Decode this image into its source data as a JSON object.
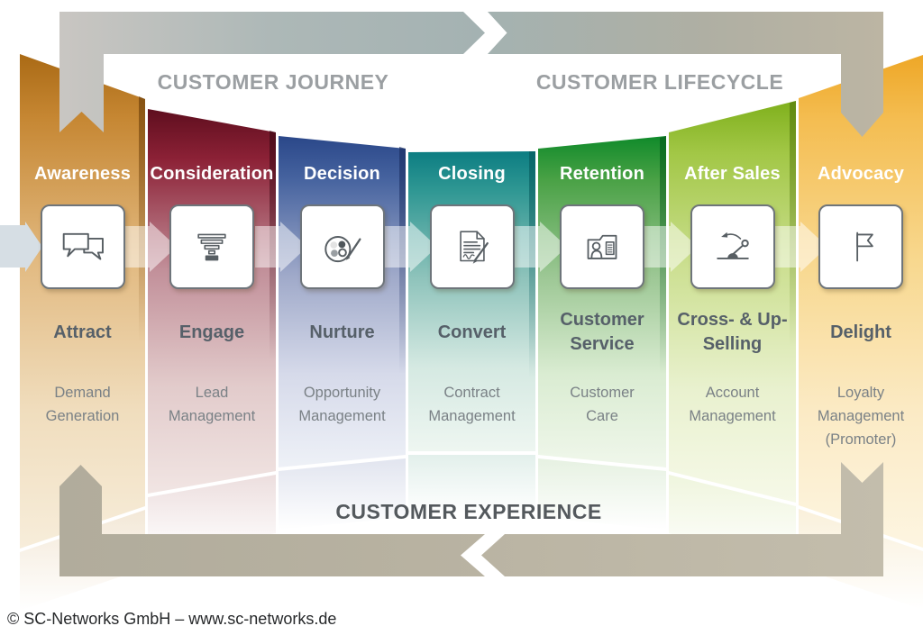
{
  "header": {
    "journey_title": "CUSTOMER JOURNEY",
    "lifecycle_title": "CUSTOMER LIFECYCLE"
  },
  "experience_title": "CUSTOMER EXPERIENCE",
  "footer_text": "© SC-Networks GmbH – www.sc-networks.de",
  "stages": [
    {
      "name": "Awareness",
      "action": "Attract",
      "focus": "Demand Generation",
      "icon": "chat-bubbles-icon",
      "color_top": "#aa6a15",
      "color_pale": "#f0ddbd"
    },
    {
      "name": "Consideration",
      "action": "Engage",
      "focus": "Lead Management",
      "icon": "funnel-icon",
      "color_top": "#5e0e1e",
      "color_pale": "#e2cbcb"
    },
    {
      "name": "Decision",
      "action": "Nurture",
      "focus": "Opportunity Management",
      "icon": "palette-pen-icon",
      "color_top": "#2a4789",
      "color_pale": "#d6daea"
    },
    {
      "name": "Closing",
      "action": "Convert",
      "focus": "Contract Management",
      "icon": "contract-signing-icon",
      "color_top": "#0c7d82",
      "color_pale": "#d5e9e2"
    },
    {
      "name": "Retention",
      "action": "Customer Service",
      "focus": "Customer Care",
      "icon": "customer-file-icon",
      "color_top": "#0f8a2a",
      "color_pale": "#daecd2"
    },
    {
      "name": "After Sales",
      "action": "Cross- & Up-Selling",
      "focus": "Account Management",
      "icon": "lever-switch-icon",
      "color_top": "#7fb01c",
      "color_pale": "#e9f1cf"
    },
    {
      "name": "Advocacy",
      "action": "Delight",
      "focus": "Loyalty Management (Promoter)",
      "icon": "flag-icon",
      "color_top": "#eea727",
      "color_pale": "#fbeac4"
    }
  ],
  "arrow_colors": {
    "gray_blue": "#a4b2b2",
    "light_gray": "#c9c6c2",
    "khaki": "#bcb5a3"
  }
}
